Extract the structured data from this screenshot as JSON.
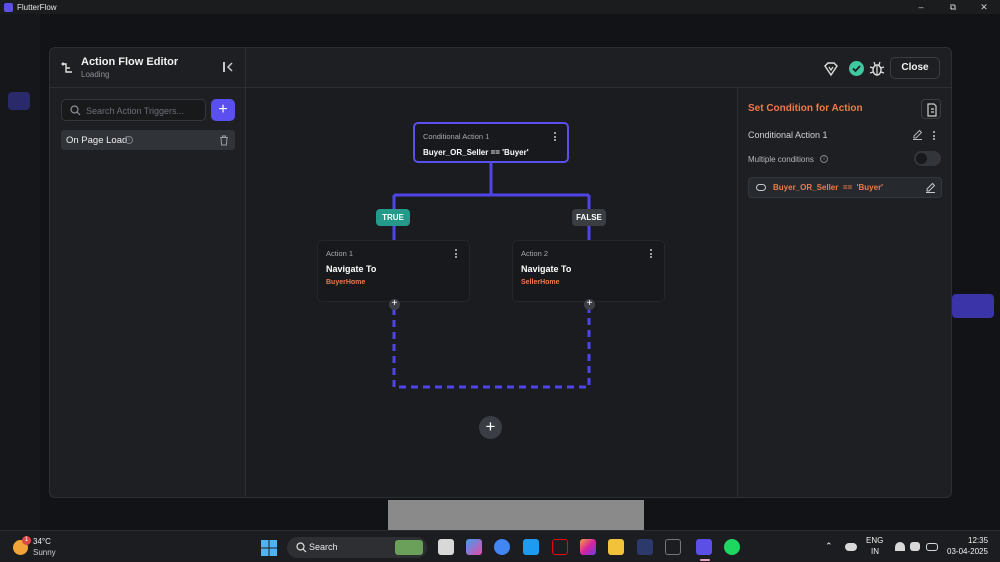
{
  "window": {
    "app_title": "FlutterFlow",
    "minimize": "–",
    "maximize": "⧉",
    "close": "✕"
  },
  "editor": {
    "title": "Action Flow Editor",
    "subtitle": "Loading",
    "close_label": "Close"
  },
  "left_panel": {
    "search_placeholder": "Search Action Triggers...",
    "add_label": "+",
    "triggers": [
      {
        "label": "On Page Load"
      }
    ]
  },
  "canvas": {
    "conditional": {
      "label": "Conditional Action 1",
      "expression": "Buyer_OR_Seller  ==  'Buyer'"
    },
    "true_label": "TRUE",
    "false_label": "FALSE",
    "action_1": {
      "label": "Action 1",
      "title": "Navigate To",
      "target": "BuyerHome"
    },
    "action_2": {
      "label": "Action 2",
      "title": "Navigate To",
      "target": "SellerHome"
    },
    "plus": "+"
  },
  "right_panel": {
    "title": "Set Condition for Action",
    "condition_name": "Conditional Action 1",
    "multiple_conditions_label": "Multiple conditions",
    "multiple_conditions_enabled": false,
    "condition_text": "Buyer_OR_Seller  ==  'Buyer'"
  },
  "taskbar": {
    "temperature": "34°C",
    "weather": "Sunny",
    "weather_badge": "1",
    "search_label": "Search",
    "language": "ENG",
    "region": "IN",
    "time": "12:35",
    "date": "03-04-2025"
  },
  "colors": {
    "accent": "#5b4ff0",
    "orange": "#f07a4a",
    "true_badge": "#249b8a",
    "success": "#3fc8a0"
  }
}
